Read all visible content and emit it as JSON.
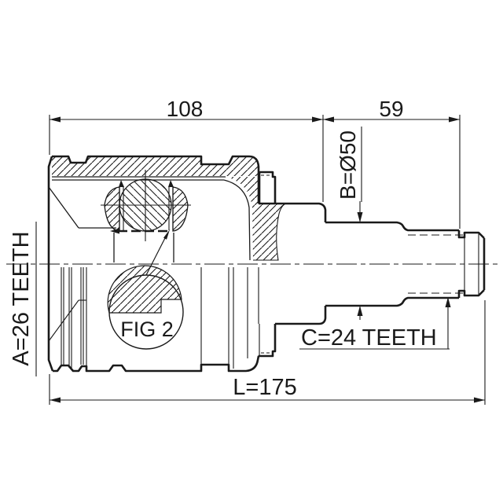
{
  "drawing": {
    "type": "technical-cross-section",
    "subject": "cv-joint-drive-shaft",
    "colors": {
      "line": "#1a1a1a",
      "background": "#ffffff"
    },
    "labels": {
      "dim_top_left": "108",
      "dim_top_right": "59",
      "dim_shaft_diameter": "B=Ø50",
      "dim_spline_inner": "A=26 TEETH",
      "dim_spline_outer": "C=24 TEETH",
      "dim_overall_length": "L=175",
      "figure_reference": "FIG 2"
    }
  }
}
